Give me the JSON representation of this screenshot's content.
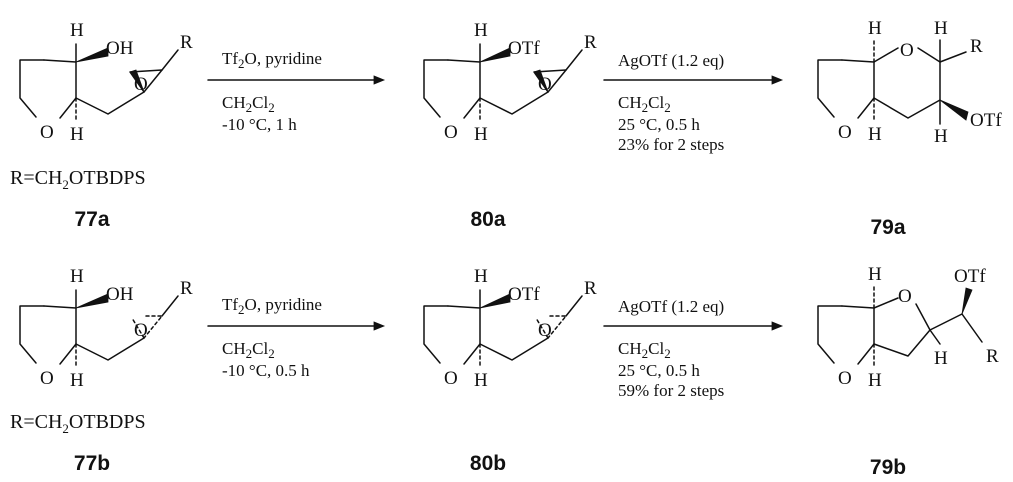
{
  "rows": [
    {
      "r_def": {
        "prefix": "R=CH",
        "sub": "2",
        "suffix": "OTBDPS"
      },
      "start": {
        "label": "77a",
        "oh": "OH",
        "epo_o": "O",
        "r": "R",
        "h_top": "H",
        "h_bot": "H",
        "ring_o": "O"
      },
      "step1": {
        "line1": {
          "a": "Tf",
          "sub": "2",
          "b": "O, pyridine"
        },
        "line2": {
          "a": "CH",
          "sub1": "2",
          "b": "Cl",
          "sub2": "2"
        },
        "line3": "-10 °C, 1 h"
      },
      "middle": {
        "label": "80a",
        "otf": "OTf",
        "epo_o": "O",
        "r": "R",
        "h_top": "H",
        "h_bot": "H",
        "ring_o": "O"
      },
      "step2": {
        "line1": "AgOTf (1.2 eq)",
        "line2": {
          "a": "CH",
          "sub1": "2",
          "b": "Cl",
          "sub2": "2"
        },
        "line3": "25 °C, 0.5 h",
        "line4": "23% for 2 steps"
      },
      "product": {
        "label": "79a",
        "ring_o1": "O",
        "ring_o2": "O",
        "r": "R",
        "otf": "OTf",
        "h1": "H",
        "h2": "H",
        "h3": "H",
        "h4": "H"
      }
    },
    {
      "r_def": {
        "prefix": "R=CH",
        "sub": "2",
        "suffix": "OTBDPS"
      },
      "start": {
        "label": "77b",
        "oh": "OH",
        "epo_o": "O",
        "r": "R",
        "h_top": "H",
        "h_bot": "H",
        "ring_o": "O"
      },
      "step1": {
        "line1": {
          "a": "Tf",
          "sub": "2",
          "b": "O, pyridine"
        },
        "line2": {
          "a": "CH",
          "sub1": "2",
          "b": "Cl",
          "sub2": "2"
        },
        "line3": "-10 °C, 0.5 h"
      },
      "middle": {
        "label": "80b",
        "otf": "OTf",
        "epo_o": "O",
        "r": "R",
        "h_top": "H",
        "h_bot": "H",
        "ring_o": "O"
      },
      "step2": {
        "line1": "AgOTf (1.2 eq)",
        "line2": {
          "a": "CH",
          "sub1": "2",
          "b": "Cl",
          "sub2": "2"
        },
        "line3": "25 °C, 0.5 h",
        "line4": "59% for 2 steps"
      },
      "product": {
        "label": "79b",
        "ring_o1": "O",
        "ring_o2": "O",
        "otf": "OTf",
        "r": "R",
        "h1": "H",
        "h2": "H",
        "h3": "H"
      }
    }
  ]
}
